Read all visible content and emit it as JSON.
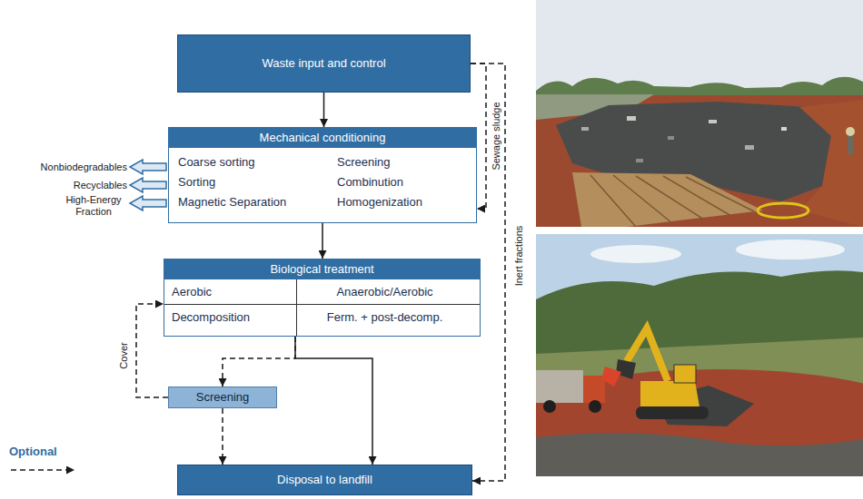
{
  "diagram": {
    "nodes": [
      {
        "text": [
          "Waste input and control"
        ]
      },
      {
        "text": [
          "Mechanical conditioning",
          "Coarse sorting",
          "Screening",
          "Sorting",
          "Combinution",
          "Magnetic Separation",
          "Homogenization"
        ]
      },
      {
        "text": [
          "Biological treatment",
          "Aerobic",
          "Anaerobic/Aerobic",
          "Decomposition",
          "Ferm. + post-decomp."
        ]
      },
      {
        "text": [
          "Screening"
        ]
      },
      {
        "text": [
          "Disposal to landfill"
        ]
      }
    ],
    "edges": [
      {
        "from": 0,
        "to": 1,
        "arrow": "to"
      },
      {
        "from": 0,
        "to": 1,
        "label": "Sewage sludge",
        "arrow": "to"
      },
      {
        "from": 0,
        "to": 4,
        "label": "Inert fractions",
        "arrow": "to"
      },
      {
        "from": 1,
        "to": 2,
        "arrow": "to"
      },
      {
        "from": 2,
        "to": 3,
        "arrow": "to"
      },
      {
        "from": 2,
        "to": 4,
        "arrow": "to"
      },
      {
        "from": 3,
        "to": 4,
        "arrow": "to"
      },
      {
        "from": 3,
        "to": 2,
        "label": "Cover",
        "arrow": "to"
      }
    ],
    "labels": [
      "Nonbiodegradables",
      "Recyclables",
      "High-Energy Fraction"
    ],
    "legend": [
      {
        "text": "Optional"
      }
    ]
  }
}
